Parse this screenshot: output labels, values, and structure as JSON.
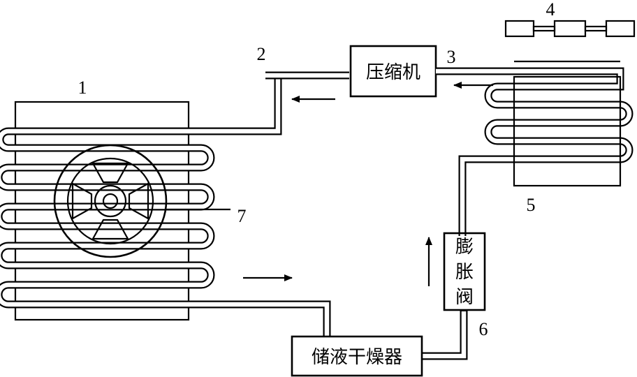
{
  "components": {
    "compressor": "压缩机",
    "receiver_dryer": "储液干燥器",
    "expansion_valve": [
      "膨",
      "胀",
      "阀"
    ]
  },
  "callouts": {
    "n1": "1",
    "n2": "2",
    "n3": "3",
    "n4": "4",
    "n5": "5",
    "n6": "6",
    "n7": "7"
  }
}
